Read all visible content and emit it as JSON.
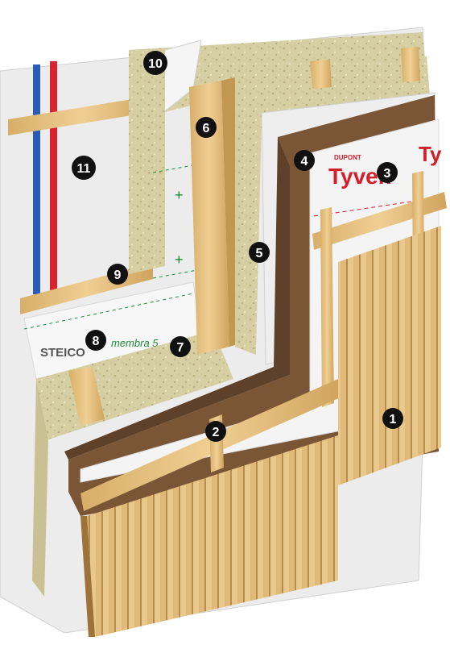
{
  "diagram": {
    "brand_tyvek": {
      "small": "DUPONT",
      "big": "Tyvek",
      "big_partial": "Ty"
    },
    "brand_steico": {
      "logo": "STEICO",
      "product": "membra 5"
    },
    "colors": {
      "wood_light": "#e3c07e",
      "wood_dark": "#c99d56",
      "fiberboard": "#7a5637",
      "insulation": "#d6cfa3",
      "membrane": "#f2f2f2",
      "pipe_red": "#d9232f",
      "pipe_blue": "#2a5bb8",
      "marker": "#111111",
      "tyvek_red": "#d41e2a",
      "membrane_green": "#1f8a3a"
    },
    "markers": [
      {
        "label": "1"
      },
      {
        "label": "2"
      },
      {
        "label": "3"
      },
      {
        "label": "4"
      },
      {
        "label": "5"
      },
      {
        "label": "6"
      },
      {
        "label": "7"
      },
      {
        "label": "8"
      },
      {
        "label": "9"
      },
      {
        "label": "10"
      },
      {
        "label": "11"
      }
    ]
  }
}
